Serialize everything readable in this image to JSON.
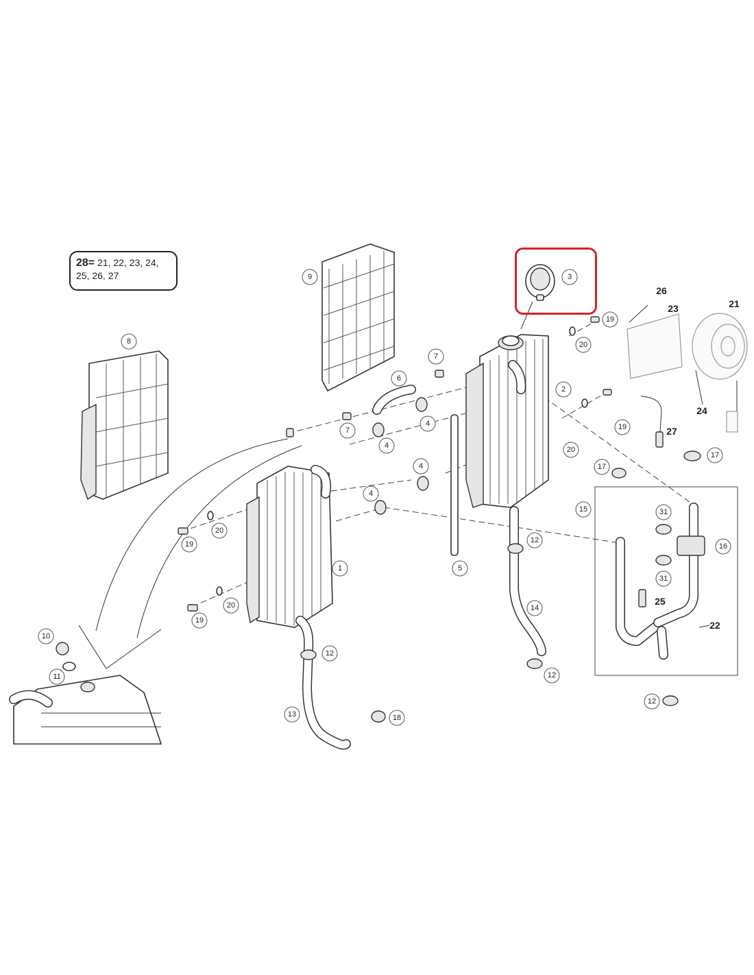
{
  "kit_legend": {
    "kit_number": "28",
    "equals": "=",
    "line1": "21, 22, 23, 24,",
    "line2": "25, 26, 27"
  },
  "callouts": {
    "p1": "1",
    "p2": "2",
    "p3": "3",
    "p4a": "4",
    "p4b": "4",
    "p4c": "4",
    "p4d": "4",
    "p5": "5",
    "p6": "6",
    "p7a": "7",
    "p7b": "7",
    "p8": "8",
    "p9": "9",
    "p10": "10",
    "p11": "11",
    "p12a": "12",
    "p12b": "12",
    "p12c": "12",
    "p12d": "12",
    "p13": "13",
    "p14": "14",
    "p15": "15",
    "p16": "16",
    "p17a": "17",
    "p17b": "17",
    "p18": "18",
    "p19a": "19",
    "p19b": "19",
    "p19c": "19",
    "p19d": "19",
    "p20a": "20",
    "p20b": "20",
    "p20c": "20",
    "p20d": "20",
    "p31a": "31",
    "p31b": "31"
  },
  "bold_labels": {
    "p21": "21",
    "p22": "22",
    "p23": "23",
    "p24": "24",
    "p25": "25",
    "p26": "26",
    "p27": "27"
  },
  "highlight_color": "#d7212b"
}
